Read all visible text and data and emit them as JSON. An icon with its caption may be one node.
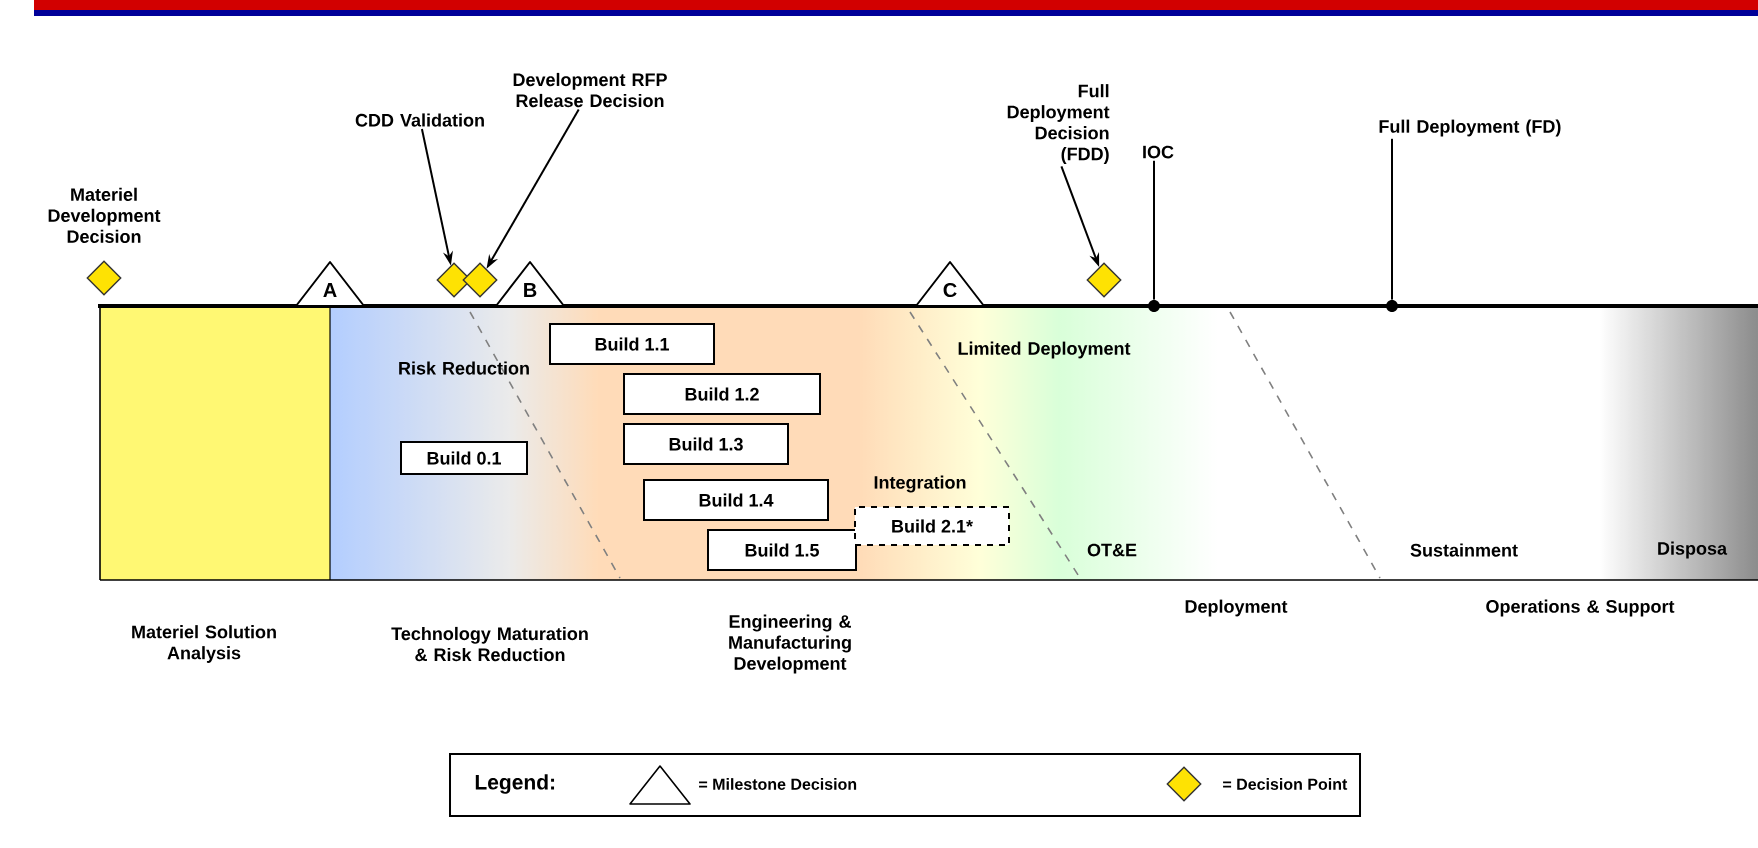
{
  "diagram": {
    "nodes": [
      {
        "text": [
          "A"
        ]
      },
      {
        "text": [
          "B"
        ]
      },
      {
        "text": [
          "C"
        ]
      },
      {
        "text": [],
        "shape": "diamond",
        "beside": [
          "Materiel Development Decision"
        ]
      },
      {
        "text": [
          "CDD Validation"
        ]
      },
      {
        "text": [],
        "shape": "diamond"
      },
      {
        "text": [
          "Development RFP Release Decision"
        ]
      },
      {
        "text": [],
        "shape": "diamond"
      },
      {
        "text": [
          "Full Deployment Decision (FDD)"
        ]
      },
      {
        "text": [],
        "shape": "diamond"
      },
      {
        "text": [
          "IOC"
        ]
      },
      {
        "text": [],
        "shape": "circle"
      },
      {
        "text": [
          "Full Deployment (FD)"
        ]
      },
      {
        "text": [],
        "shape": "circle"
      },
      {
        "text": [
          "Build 1.1"
        ]
      },
      {
        "text": [
          "Build 1.2"
        ]
      },
      {
        "text": [
          "Build 1.3"
        ]
      },
      {
        "text": [
          "Build 0.1"
        ]
      },
      {
        "text": [
          "Build 1.4"
        ]
      },
      {
        "text": [
          "Build 1.5"
        ]
      },
      {
        "text": [
          "Build 2.1*"
        ]
      }
    ],
    "edges": [
      {
        "from": 4,
        "to": 5,
        "arrow": "to"
      },
      {
        "from": 6,
        "to": 7,
        "arrow": "to"
      },
      {
        "from": 8,
        "to": 9,
        "arrow": "to"
      },
      {
        "from": 10,
        "to": 11,
        "arrow": "none"
      },
      {
        "from": 12,
        "to": 13,
        "arrow": "none"
      }
    ],
    "labels": [
      "Risk Reduction",
      "Limited Deployment",
      "Integration",
      "OT&E",
      "Sustainment",
      "Disposa",
      "Materiel Solution Analysis",
      "Technology Maturation & Risk Reduction",
      "Engineering & Manufacturing Development",
      "Deployment",
      "Operations & Support",
      "Legend:"
    ],
    "legend": [
      {
        "text": "= Milestone Decision"
      },
      {
        "text": "= Decision Point"
      }
    ]
  }
}
